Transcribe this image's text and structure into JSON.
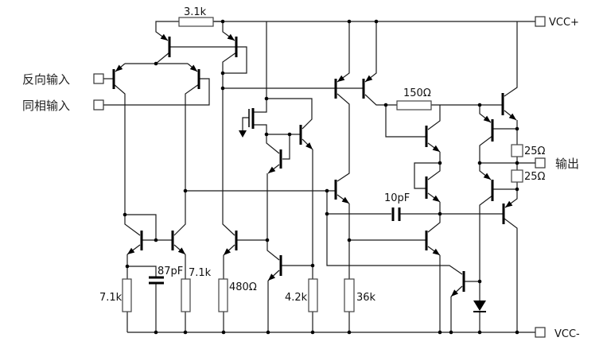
{
  "terminals": {
    "inverting_input": "反向输入",
    "noninverting_input": "同相输入",
    "vcc_plus": "VCC+",
    "vcc_minus": "VCC-",
    "output": "输出"
  },
  "components": {
    "r_top": "3.1k",
    "r_150": "150Ω",
    "c_comp": "10pF",
    "c_87": "87pF",
    "r_left": "7.1k",
    "r_right": "7.1k",
    "r_480": "480Ω",
    "r_42": "4.2k",
    "r_36": "36k",
    "r_out_top": "25Ω",
    "r_out_bottom": "25Ω"
  },
  "colors": {
    "wire": "#1a1a1a",
    "background": "#ffffff"
  }
}
